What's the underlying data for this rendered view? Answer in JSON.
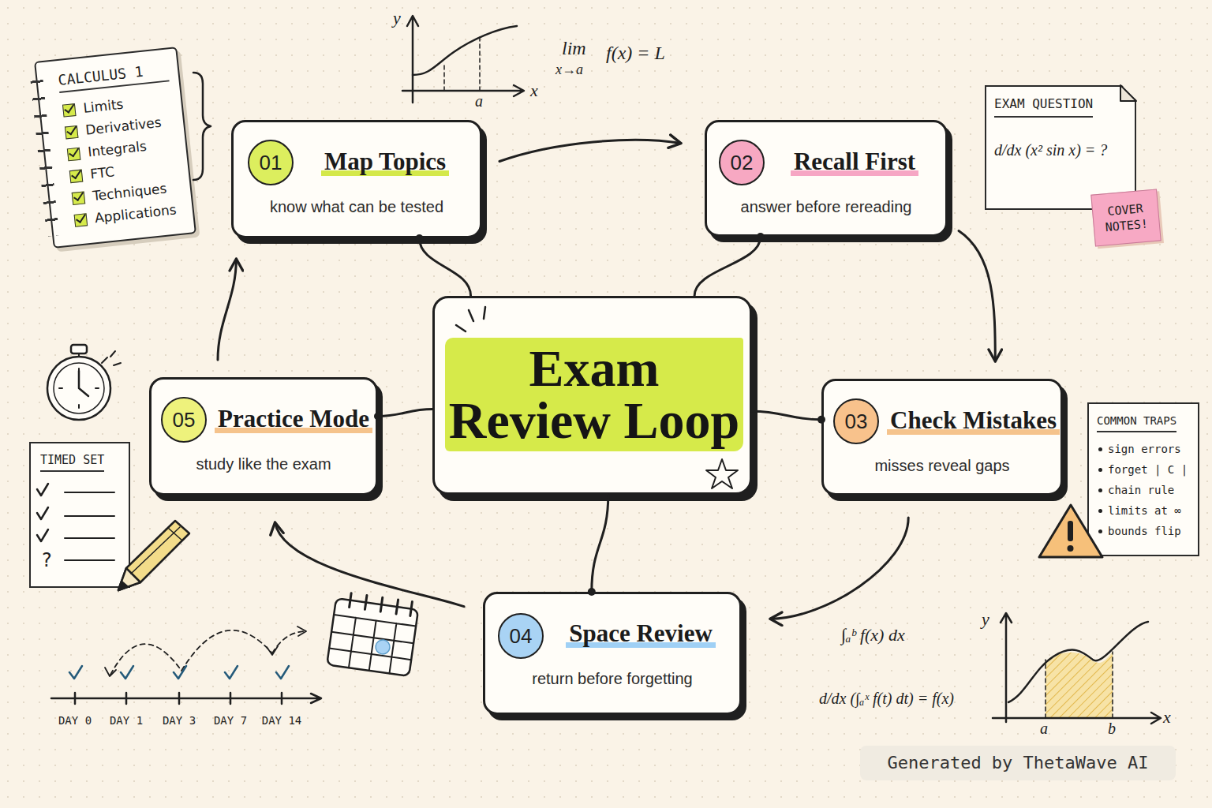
{
  "diagram": {
    "nodes": [
      {
        "text": [
          "CALCULUS 1",
          "Limits",
          "Derivatives",
          "Integrals",
          "FTC",
          "Techniques",
          "Applications"
        ]
      },
      {
        "text": [
          "Map Topics",
          "know what can be tested"
        ]
      },
      {
        "text": [
          "01"
        ],
        "in": 1
      },
      {
        "text": [
          "Recall First",
          "answer before rereading"
        ]
      },
      {
        "text": [
          "02"
        ],
        "in": 3
      },
      {
        "text": [
          "EXAM QUESTION",
          "d/dx (x² sin x) = ?"
        ]
      },
      {
        "text": [
          "COVER NOTES!"
        ]
      },
      {
        "text": [
          "Exam Review Loop"
        ]
      },
      {
        "text": [
          "Practice Mode",
          "study like the exam"
        ]
      },
      {
        "text": [
          "05"
        ],
        "in": 8
      },
      {
        "text": [
          "Check Mistakes",
          "misses reveal gaps"
        ]
      },
      {
        "text": [
          "03"
        ],
        "in": 10
      },
      {
        "text": [
          "COMMON TRAPS",
          "sign errors",
          "forget | C |",
          "chain rule",
          "limits at ∞",
          "bounds flip"
        ]
      },
      {
        "text": [
          "TIMED SET",
          "?"
        ]
      },
      {
        "text": [
          "Space Review",
          "return before forgetting"
        ]
      },
      {
        "text": [
          "04"
        ],
        "in": 14
      }
    ],
    "edges": [
      {
        "from": 1,
        "to": 3,
        "arrow": "to"
      },
      {
        "from": 3,
        "to": 10,
        "arrow": "to"
      },
      {
        "from": 10,
        "to": 14,
        "arrow": "to"
      },
      {
        "from": 14,
        "to": 8,
        "arrow": "to"
      },
      {
        "from": 8,
        "to": 1,
        "arrow": "to"
      },
      {
        "from": 7,
        "to": 1,
        "arrow": "none"
      },
      {
        "from": 7,
        "to": 3,
        "arrow": "none"
      },
      {
        "from": 7,
        "to": 10,
        "arrow": "none"
      },
      {
        "from": 7,
        "to": 14,
        "arrow": "none"
      },
      {
        "from": 7,
        "to": 8,
        "arrow": "none"
      }
    ],
    "labels": [
      "y",
      "x",
      "a",
      "lim",
      "x→a",
      "f(x) = L",
      "DAY 0",
      "DAY 1",
      "DAY 3",
      "DAY 7",
      "DAY 14",
      "∫ₐᵇ f(x) dx",
      "d/dx (∫ₐˣ f(t) dt) = f(x)",
      "y",
      "x",
      "a",
      "b",
      "Generated by ThetaWave AI"
    ]
  }
}
